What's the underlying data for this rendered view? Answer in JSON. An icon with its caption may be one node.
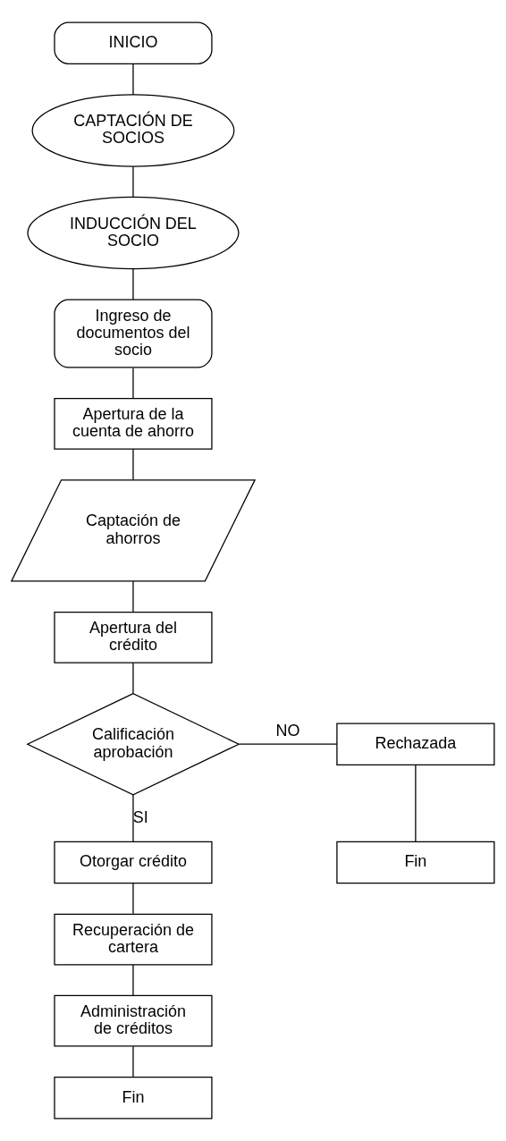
{
  "diagram": {
    "nodes": [
      {
        "text": [
          "INICIO"
        ]
      },
      {
        "text": [
          "CAPTACIÓN DE SOCIOS"
        ]
      },
      {
        "text": [
          "INDUCCIÓN DEL SOCIO"
        ]
      },
      {
        "text": [
          "Ingreso de documentos del socio"
        ]
      },
      {
        "text": [
          "Apertura de la cuenta de ahorro"
        ]
      },
      {
        "text": [
          "Captación de ahorros"
        ]
      },
      {
        "text": [
          "Apertura del crédito"
        ]
      },
      {
        "text": [
          "Calificación aprobación"
        ]
      },
      {
        "text": [
          "Rechazada"
        ]
      },
      {
        "text": [
          "Fin"
        ]
      },
      {
        "text": [
          "Otorgar crédito"
        ]
      },
      {
        "text": [
          "Recuperación de cartera"
        ]
      },
      {
        "text": [
          "Administración de créditos"
        ]
      },
      {
        "text": [
          "Fin"
        ]
      }
    ],
    "edges": [
      {
        "from": 0,
        "to": 1,
        "arrow": "none"
      },
      {
        "from": 1,
        "to": 2,
        "arrow": "none"
      },
      {
        "from": 2,
        "to": 3,
        "arrow": "none"
      },
      {
        "from": 3,
        "to": 4,
        "arrow": "none"
      },
      {
        "from": 4,
        "to": 5,
        "arrow": "none"
      },
      {
        "from": 5,
        "to": 6,
        "arrow": "none"
      },
      {
        "from": 6,
        "to": 7,
        "arrow": "none"
      },
      {
        "from": 7,
        "to": 8,
        "arrow": "none",
        "label": "NO"
      },
      {
        "from": 8,
        "to": 9,
        "arrow": "none"
      },
      {
        "from": 7,
        "to": 10,
        "arrow": "none",
        "label": "SI"
      },
      {
        "from": 10,
        "to": 11,
        "arrow": "none"
      },
      {
        "from": 11,
        "to": 12,
        "arrow": "none"
      },
      {
        "from": 12,
        "to": 13,
        "arrow": "none"
      }
    ]
  }
}
